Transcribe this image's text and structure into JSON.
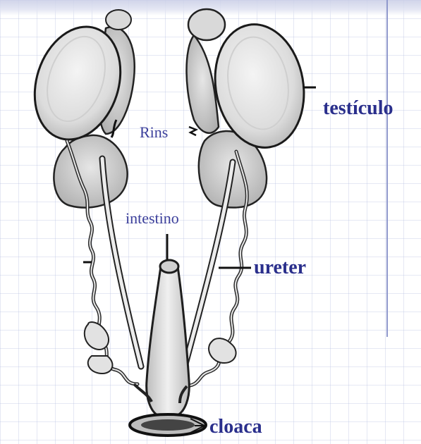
{
  "labels": {
    "testiculo": "testículo",
    "rins": "Rins",
    "intestino": "intestino",
    "ureter": "ureter",
    "cloaca": "cloaca"
  },
  "colors": {
    "label_text": "#2a2f8c",
    "grid": "#b4bee1",
    "side_line": "#8f98cc"
  }
}
